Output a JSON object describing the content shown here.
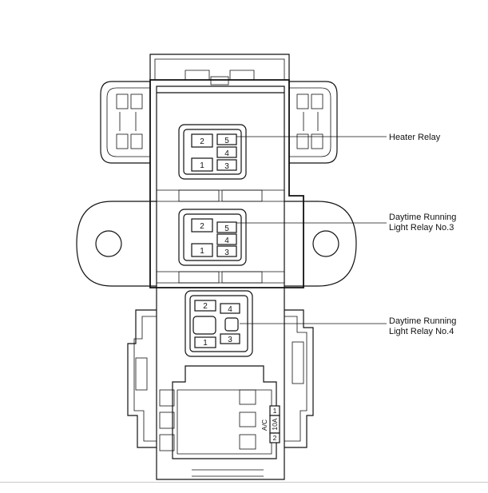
{
  "callouts": {
    "heater_relay": "Heater Relay",
    "drl3_line1": "Daytime Running",
    "drl3_line2": "Light Relay No.3",
    "drl4_line1": "Daytime Running",
    "drl4_line2": "Light Relay No.4"
  },
  "relays": {
    "heater": {
      "pins": [
        "2",
        "5",
        "4",
        "1",
        "3"
      ]
    },
    "drl3": {
      "pins": [
        "2",
        "5",
        "4",
        "1",
        "3"
      ]
    },
    "drl4": {
      "pins": [
        "2",
        "4",
        "1",
        "3"
      ]
    }
  },
  "fuse": {
    "circuit": "A/C",
    "rating": "10A",
    "pin_top": "1",
    "pin_bottom": "2"
  }
}
